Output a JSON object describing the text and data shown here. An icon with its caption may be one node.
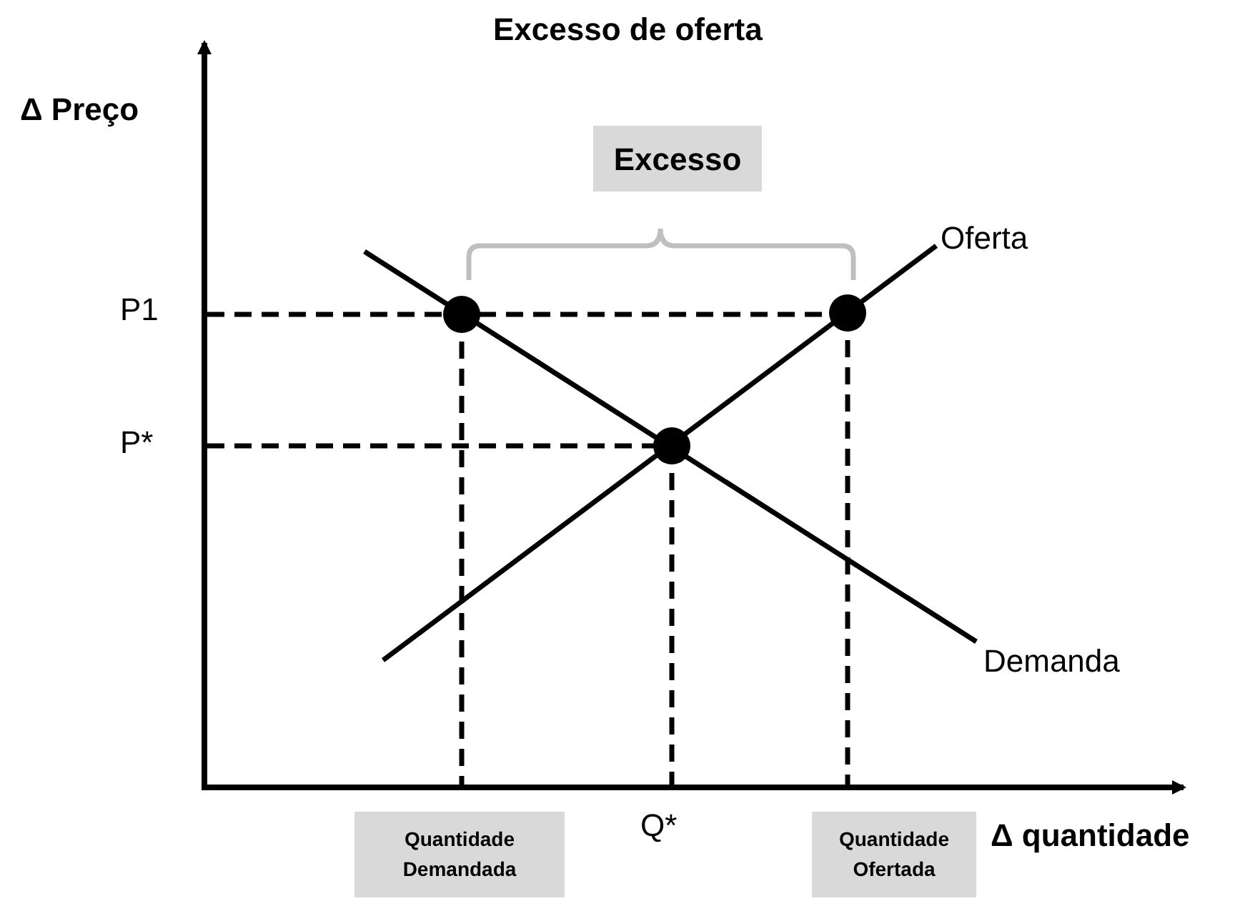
{
  "diagram": {
    "title": "Excesso de oferta",
    "nodes": [
      {
        "text": [
          "Excesso"
        ]
      },
      {
        "text": [
          "Quantidade Demandada"
        ]
      },
      {
        "text": [
          "Quantidade Ofertada"
        ]
      }
    ],
    "labels": [
      "Δ Preço",
      "Oferta",
      "P1",
      "P*",
      "Demanda",
      "Q*",
      "Δ quantidade"
    ]
  }
}
